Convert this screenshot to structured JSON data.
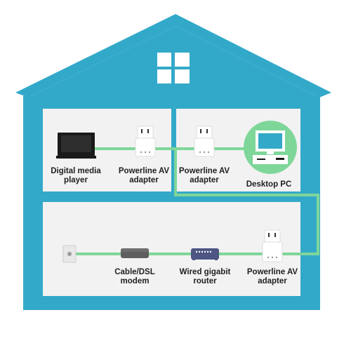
{
  "colors": {
    "house": "#33a9c9",
    "roof_border": "#2796b6",
    "room": "#f2f2f2",
    "cable": "#7fd699",
    "cable_stroke": "#5cc47c",
    "pc_circle": "#7fd699"
  },
  "devices": {
    "tv": {
      "icon": "tv-icon",
      "line1": "Digital media",
      "line2": "player"
    },
    "adapter_upstairs_left": {
      "icon": "powerline-adapter-icon",
      "line1": "Powerline AV",
      "line2": "adapter"
    },
    "adapter_upstairs_right": {
      "icon": "powerline-adapter-icon",
      "line1": "Powerline AV",
      "line2": "adapter"
    },
    "desktop": {
      "icon": "desktop-pc-icon",
      "line1": "Desktop PC",
      "line2": ""
    },
    "modem": {
      "icon": "modem-icon",
      "line1": "Cable/DSL",
      "line2": "modem"
    },
    "router": {
      "icon": "router-icon",
      "line1": "Wired gigabit",
      "line2": "router"
    },
    "adapter_downstairs": {
      "icon": "powerline-adapter-icon",
      "line1": "Powerline AV",
      "line2": "adapter"
    },
    "wall_outlet": {
      "icon": "wall-outlet-icon"
    }
  }
}
